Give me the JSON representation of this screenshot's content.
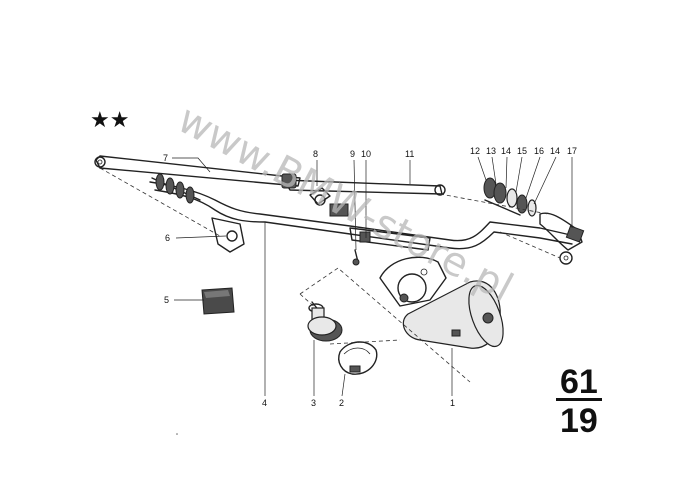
{
  "diagram": {
    "stars": "★★",
    "watermark": "www.BMW-store.pl",
    "group": {
      "top": "61",
      "bottom": "19"
    },
    "callouts": [
      {
        "id": "7",
        "label": "7"
      },
      {
        "id": "8",
        "label": "8"
      },
      {
        "id": "9",
        "label": "9"
      },
      {
        "id": "10",
        "label": "10"
      },
      {
        "id": "11",
        "label": "11"
      },
      {
        "id": "12",
        "label": "12"
      },
      {
        "id": "13",
        "label": "13"
      },
      {
        "id": "14a",
        "label": "14"
      },
      {
        "id": "15",
        "label": "15"
      },
      {
        "id": "16",
        "label": "16"
      },
      {
        "id": "14b",
        "label": "14"
      },
      {
        "id": "17",
        "label": "17"
      },
      {
        "id": "6",
        "label": "6"
      },
      {
        "id": "5",
        "label": "5"
      },
      {
        "id": "4",
        "label": "4"
      },
      {
        "id": "3",
        "label": "3"
      },
      {
        "id": "2",
        "label": "2"
      },
      {
        "id": "1",
        "label": "1"
      }
    ]
  }
}
